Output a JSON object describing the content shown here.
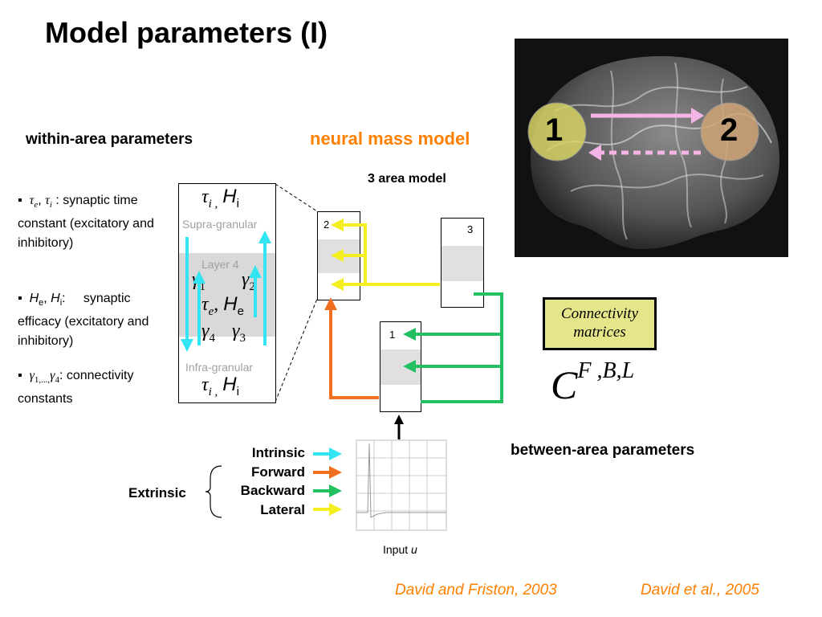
{
  "title": "Model parameters (I)",
  "headings": {
    "within": "within-area parameters",
    "neural_mass": "neural mass model",
    "three_area": "3 area model",
    "between": "between-area parameters"
  },
  "bullets": {
    "b1_sym1": "τ",
    "b1_sub1": "e",
    "b1_sym2": "τ",
    "b1_sub2": "i",
    "b1_text": ": synaptic time constant (excitatory and inhibitory)",
    "b2_sym1": "H",
    "b2_sub1": "e",
    "b2_sym2": "H",
    "b2_sub2": "i",
    "b2_text": "synaptic efficacy (excitatory and inhibitory)",
    "b3_sym": "γ",
    "b3_sub": "1,...,",
    "b3_sym2": "γ",
    "b3_sub2": "4",
    "b3_text": ": connectivity constants"
  },
  "column": {
    "supra": "Supra-granular",
    "layer4": "Layer 4",
    "infra": "Infra-granular",
    "top_tau": "τ",
    "top_tau_sub": "i",
    "top_H": "H",
    "top_H_sub": "i",
    "g1": "γ",
    "g1_sub": "1",
    "g2": "γ",
    "g2_sub": "2",
    "mid_tau": "τ",
    "mid_tau_sub": "e",
    "mid_H": "H",
    "mid_H_sub": "e",
    "g4": "γ",
    "g4_sub": "4",
    "g3": "γ",
    "g3_sub": "3",
    "bot_tau": "τ",
    "bot_tau_sub": "i",
    "bot_H": "H",
    "bot_H_sub": "i"
  },
  "areas": {
    "a1": "1",
    "a2": "2",
    "a3": "3"
  },
  "brain": {
    "region1": "1",
    "region2": "2"
  },
  "connectivity": {
    "box_line1": "Connectivity",
    "box_line2": "matrices",
    "C": "C",
    "sup": "F ,B,L"
  },
  "legend": {
    "intrinsic": "Intrinsic",
    "forward": "Forward",
    "backward": "Backward",
    "lateral": "Lateral",
    "extrinsic": "Extrinsic"
  },
  "input_label": "Input",
  "input_var": "u",
  "citations": {
    "c1": "David and Friston, 2003",
    "c2": "David et al., 2005"
  },
  "colors": {
    "intrinsic": "#33e5f2",
    "forward": "#f07020",
    "backward": "#22c060",
    "lateral": "#f5ee20",
    "accent": "#ff8000",
    "box_fill": "#e5e58a"
  }
}
